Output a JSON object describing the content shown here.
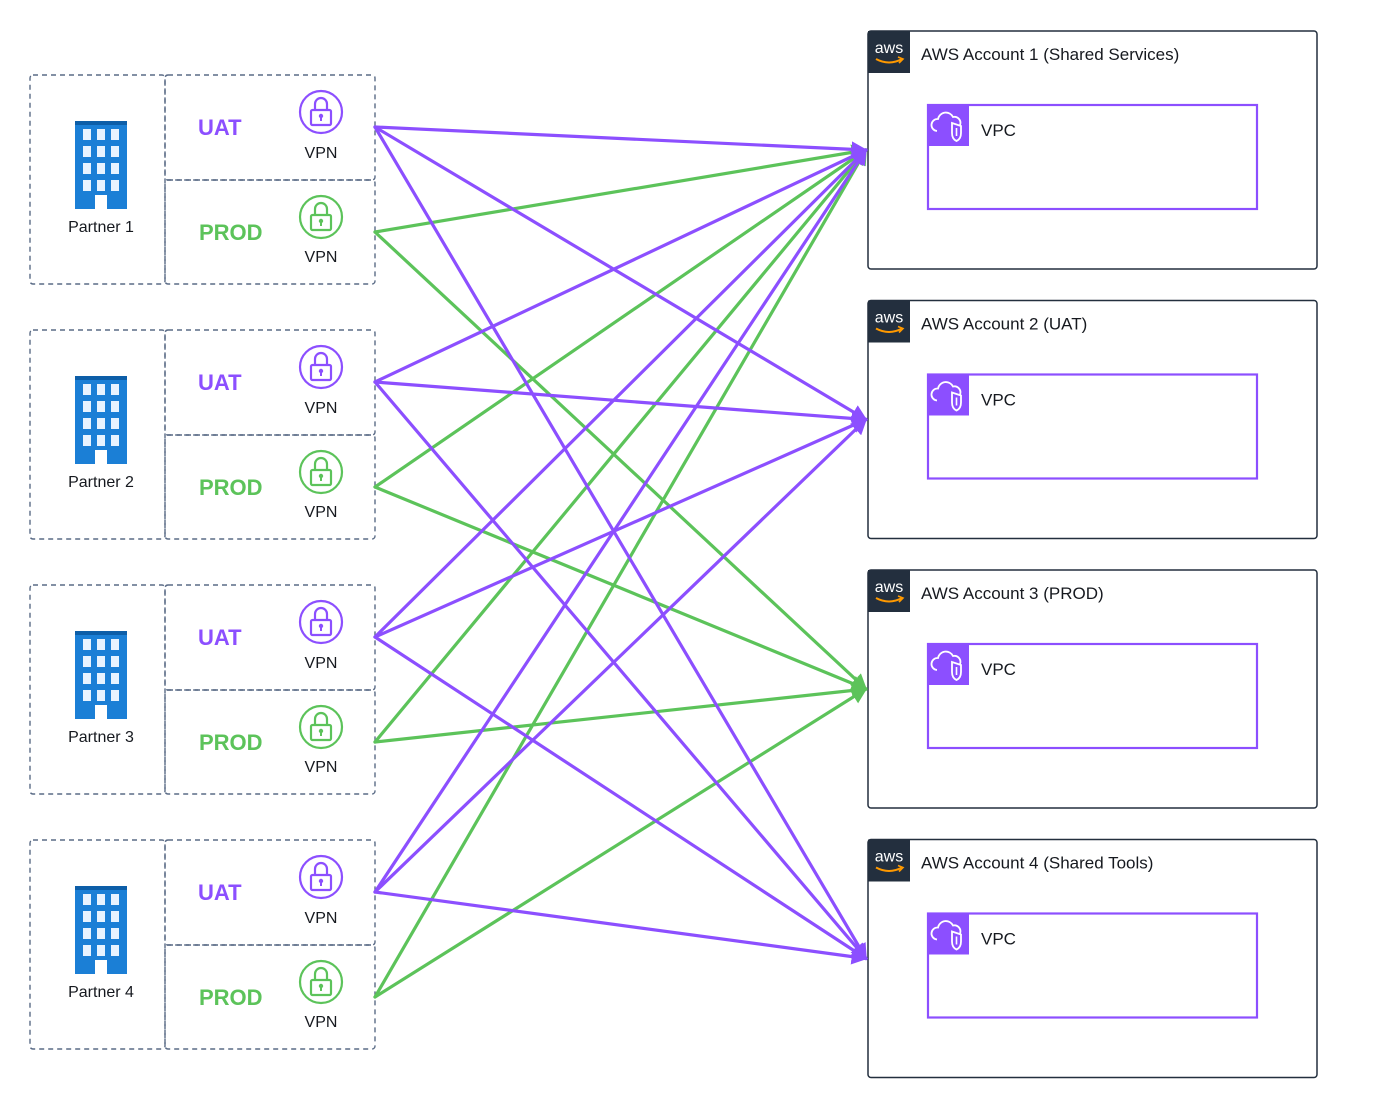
{
  "colors": {
    "uat": "#8c4fff",
    "prod": "#5cc35a",
    "dashed_border": "#5a6b86",
    "account_border": "#232f3e",
    "aws_badge": "#232f3e",
    "vpc_border": "#8c4fff",
    "building": "#1b7fd6"
  },
  "icons": {
    "partner": "building-icon",
    "vpn": "padlock-icon",
    "aws": "aws-logo-icon",
    "vpc": "vpc-cloud-shield-icon"
  },
  "partners": [
    {
      "name": "Partner 1",
      "uat": {
        "env": "UAT",
        "vpn": "VPN"
      },
      "prod": {
        "env": "PROD",
        "vpn": "VPN"
      }
    },
    {
      "name": "Partner 2",
      "uat": {
        "env": "UAT",
        "vpn": "VPN"
      },
      "prod": {
        "env": "PROD",
        "vpn": "VPN"
      }
    },
    {
      "name": "Partner 3",
      "uat": {
        "env": "UAT",
        "vpn": "VPN"
      },
      "prod": {
        "env": "PROD",
        "vpn": "VPN"
      }
    },
    {
      "name": "Partner 4",
      "uat": {
        "env": "UAT",
        "vpn": "VPN"
      },
      "prod": {
        "env": "PROD",
        "vpn": "VPN"
      }
    }
  ],
  "accounts": [
    {
      "aws": "aws",
      "title": "AWS Account 1 (Shared Services)",
      "vpc": "VPC"
    },
    {
      "aws": "aws",
      "title": "AWS Account 2 (UAT)",
      "vpc": "VPC"
    },
    {
      "aws": "aws",
      "title": "AWS Account 3 (PROD)",
      "vpc": "VPC"
    },
    {
      "aws": "aws",
      "title": "AWS Account 4 (Shared Tools)",
      "vpc": "VPC"
    }
  ],
  "connections": {
    "uat": [
      "AWS Account 1 (Shared Services)",
      "AWS Account 2 (UAT)",
      "AWS Account 4 (Shared Tools)"
    ],
    "prod": [
      "AWS Account 1 (Shared Services)",
      "AWS Account 3 (PROD)"
    ]
  }
}
